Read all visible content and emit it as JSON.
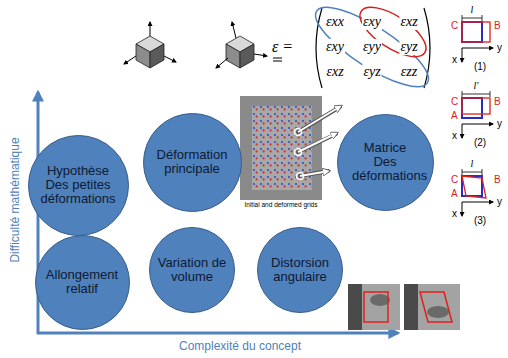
{
  "diagram": {
    "nodes": [
      {
        "text": [
          "Déformation principale"
        ]
      },
      {
        "text": [
          "Matrice Des déformations"
        ]
      },
      {
        "text": [
          "Hypothèse Des petites déformations"
        ]
      },
      {
        "text": [
          "Allongement relatif"
        ]
      },
      {
        "text": [
          "Variation de volume"
        ]
      },
      {
        "text": [
          "Distorsion angulaire"
        ]
      }
    ],
    "labels": [
      "ε =",
      "εxx",
      "εxy",
      "εxz",
      "εxy",
      "εyy",
      "εyz",
      "εxz",
      "εyz",
      "εzz",
      "l",
      "C",
      "B",
      "x",
      "y",
      "(1)",
      "l'",
      "C",
      "B",
      "A",
      "x",
      "y",
      "(2)",
      "l",
      "C",
      "B",
      "A",
      "x",
      "y",
      "(3)",
      "Initial and deformed grids",
      "Difficulté mathématique",
      "Complexité du concept"
    ]
  }
}
